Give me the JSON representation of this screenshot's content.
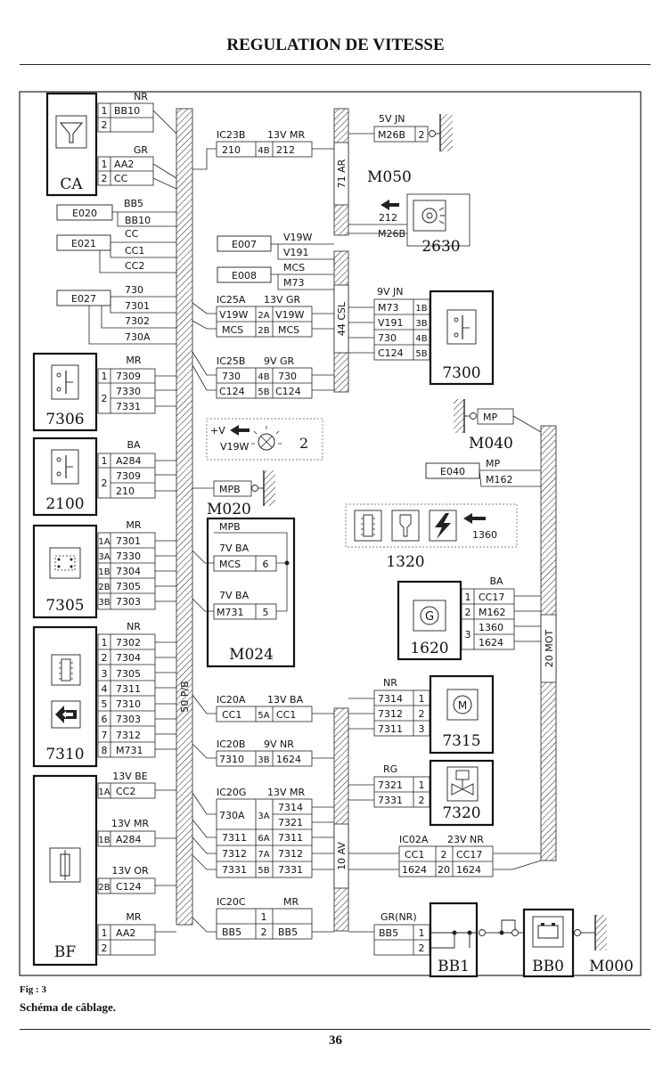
{
  "page": {
    "title": "REGULATION DE VITESSE",
    "fig_label": "Fig : 3",
    "fig_caption": "Schéma de câblage.",
    "page_number": "36"
  },
  "bundles": {
    "b50": "50 P/B",
    "b71": "71 AR",
    "b44": "44 CSL",
    "b10": "10 AV",
    "b20": "20 MOT"
  },
  "ca": {
    "name": "CA",
    "w1_color": "NR",
    "w1_pin": "1",
    "w1_wire": "BB10",
    "w2_pin": "2",
    "w3_color": "GR",
    "w3_pin": "1",
    "w3_wire": "AA2",
    "w4_pin": "2",
    "w4_wire": "CC"
  },
  "e020": {
    "name": "E020",
    "color": "BB5",
    "wire": "BB10"
  },
  "e021": {
    "name": "E021",
    "w1": "CC",
    "w2": "CC1",
    "w3": "CC2"
  },
  "e027": {
    "name": "E027",
    "w1": "730",
    "w2": "7301",
    "w3": "7302",
    "w4": "730A"
  },
  "c7306": {
    "name": "7306",
    "color": "MR",
    "p1": "1",
    "w1": "7309",
    "p2": "2",
    "w2": "7330",
    "w3": "7331"
  },
  "c2100": {
    "name": "2100",
    "color": "BA",
    "p1": "1",
    "w1": "A284",
    "p2": "2",
    "w2": "7309",
    "w3": "210"
  },
  "c7305": {
    "name": "7305",
    "color": "MR",
    "pins": [
      "1A",
      "3A",
      "1B",
      "2B",
      "3B"
    ],
    "wires": [
      "7301",
      "7330",
      "7304",
      "7305",
      "7303"
    ]
  },
  "c7310": {
    "name": "7310",
    "color": "NR",
    "pins": [
      "1",
      "2",
      "3",
      "4",
      "5",
      "6",
      "7",
      "8"
    ],
    "wires": [
      "7302",
      "7304",
      "7305",
      "7311",
      "7310",
      "7303",
      "7312",
      "M731"
    ]
  },
  "bf": {
    "name": "BF",
    "c1_color": "13V BE",
    "c1_pin": "1A",
    "c1_wire": "CC2",
    "c2_color": "13V MR",
    "c2_pin": "1B",
    "c2_wire": "A284",
    "c3_color": "13V OR",
    "c3_pin": "2B",
    "c3_wire": "C124",
    "c4_color": "MR",
    "c4_p1": "1",
    "c4_wire": "AA2",
    "c4_p2": "2"
  },
  "ic23b": {
    "label": "IC23B",
    "spec": "13V MR",
    "left": "210",
    "pin": "4B",
    "right": "212"
  },
  "m050": {
    "name": "M050",
    "spec": "5V JN",
    "wire": "M26B",
    "pin": "2"
  },
  "c2630": {
    "name": "2630",
    "w1": "212",
    "w2": "M26B"
  },
  "e007": {
    "name": "E007",
    "w1": "V19W",
    "w2": "V191"
  },
  "e008": {
    "name": "E008",
    "w1": "MCS",
    "w2": "M73"
  },
  "ic25a": {
    "label": "IC25A",
    "spec": "13V GR",
    "rows": [
      {
        "l": "V19W",
        "p": "2A",
        "r": "V19W"
      },
      {
        "l": "MCS",
        "p": "2B",
        "r": "MCS"
      }
    ]
  },
  "ic25b": {
    "label": "IC25B",
    "spec": "9V GR",
    "rows": [
      {
        "l": "730",
        "p": "4B",
        "r": "730"
      },
      {
        "l": "C124",
        "p": "5B",
        "r": "C124"
      }
    ]
  },
  "c7300": {
    "name": "7300",
    "spec": "9V JN",
    "wires": [
      "M73",
      "V191",
      "730",
      "C124"
    ],
    "pins": [
      "1B",
      "3B",
      "4B",
      "5B"
    ]
  },
  "c2": {
    "name": "2",
    "plus": "+V",
    "wire": "V19W"
  },
  "m020": {
    "name": "M020",
    "wire": "MPB"
  },
  "m024": {
    "name": "M024",
    "top": "MPB",
    "s1": "7V BA",
    "w1": "MCS",
    "p1": "6",
    "s2": "7V BA",
    "w2": "M731",
    "p2": "5"
  },
  "m040": {
    "name": "M040",
    "wire": "MP"
  },
  "e040": {
    "name": "E040",
    "color": "MP",
    "wire": "M162"
  },
  "c1320": {
    "name": "1320",
    "wire": "1360"
  },
  "c1620": {
    "name": "1620",
    "color": "BA",
    "pins": [
      "1",
      "2",
      "3"
    ],
    "wires": [
      "CC17",
      "M162",
      "1360",
      "1624"
    ]
  },
  "c7315": {
    "name": "7315",
    "color": "NR",
    "wires": [
      "7314",
      "7312",
      "7311"
    ],
    "pins": [
      "1",
      "2",
      "3"
    ]
  },
  "c7320": {
    "name": "7320",
    "color": "RG",
    "wires": [
      "7321",
      "7331"
    ],
    "pins": [
      "1",
      "2"
    ]
  },
  "ic20a": {
    "label": "IC20A",
    "spec": "13V BA",
    "l": "CC1",
    "p": "5A",
    "r": "CC1"
  },
  "ic20b": {
    "label": "IC20B",
    "spec": "9V NR",
    "l": "7310",
    "p": "3B",
    "r": "1624"
  },
  "ic20g": {
    "label": "IC20G",
    "spec": "13V MR",
    "l0": "730A",
    "p0": "3A",
    "r0a": "7314",
    "r0b": "7321",
    "rows": [
      {
        "l": "7311",
        "p": "6A",
        "r": "7311"
      },
      {
        "l": "7312",
        "p": "7A",
        "r": "7312"
      },
      {
        "l": "7331",
        "p": "5B",
        "r": "7331"
      }
    ]
  },
  "ic20c": {
    "label": "IC20C",
    "spec": "MR",
    "pin_top": "1",
    "l": "BB5",
    "p": "2",
    "r": "BB5"
  },
  "ic02a": {
    "label": "IC02A",
    "spec": "23V NR",
    "rows": [
      {
        "l": "CC1",
        "p": "2",
        "r": "CC17"
      },
      {
        "l": "1624",
        "p": "20",
        "r": "1624"
      }
    ]
  },
  "bb1": {
    "name": "BB1",
    "color": "GR(NR)",
    "wire": "BB5",
    "p1": "1",
    "p2": "2"
  },
  "bb0": {
    "name": "BB0"
  },
  "m000": {
    "name": "M000"
  }
}
